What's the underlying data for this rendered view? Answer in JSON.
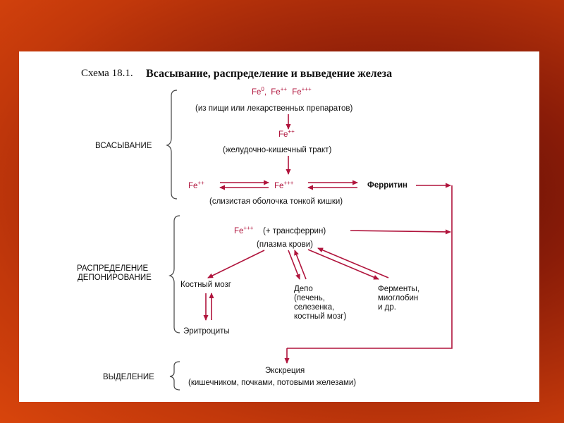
{
  "title": {
    "prefix": "Схема 18.1.",
    "main": "Всасывание, распределение и выведение железа"
  },
  "sections": {
    "absorption": "ВСАСЫВАНИЕ",
    "distribution_1": "РАСПРЕДЕЛЕНИЕ",
    "distribution_2": "ДЕПОНИРОВАНИЕ",
    "excretion": "ВЫДЕЛЕНИЕ"
  },
  "nodes": {
    "source_fe": {
      "fe0": "Fe",
      "fe0_sup": "0",
      "sep": ",",
      "fe2": "Fe",
      "fe2_sup": "++",
      "fe3": "Fe",
      "fe3_sup": "+++"
    },
    "source_label": "(из пищи или лекарственных препаратов)",
    "gi_fe": "Fe",
    "gi_fe_sup": "++",
    "gi_label": "(желудочно-кишечный тракт)",
    "mucosa_fe2": "Fe",
    "mucosa_fe2_sup": "++",
    "mucosa_fe3": "Fe",
    "mucosa_fe3_sup": "+++",
    "ferritin": "Ферритин",
    "mucosa_label": "(слизистая оболочка тонкой кишки)",
    "plasma_fe": "Fe",
    "plasma_fe_sup": "+++",
    "plasma_transferrin": "(+ трансферрин)",
    "plasma_label": "(плазма крови)",
    "bone_marrow": "Костный мозг",
    "erythrocytes": "Эритроциты",
    "depot_lines": [
      "Депо",
      "(печень,",
      "селезенка,",
      "костный мозг)"
    ],
    "enzymes_lines": [
      "Ферменты,",
      "миоглобин",
      "и др."
    ],
    "excretion_title": "Экскреция",
    "excretion_label": "(кишечником, почками, потовыми железами)"
  },
  "colors": {
    "arrow": "#b0143c",
    "fe_text": "#b0143c",
    "text": "#111111",
    "bracket": "#444444"
  }
}
